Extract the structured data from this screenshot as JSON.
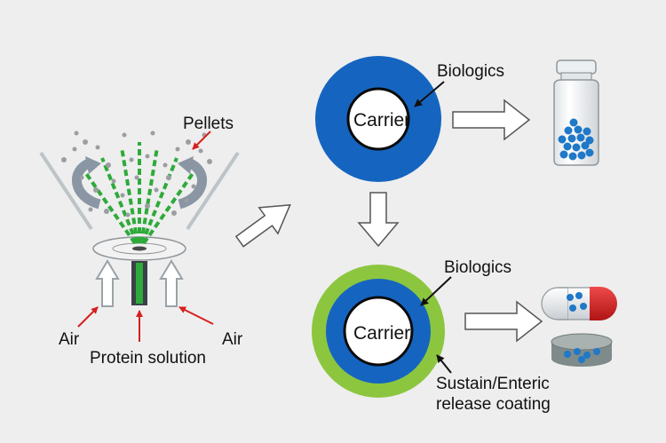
{
  "labels": {
    "pellets": "Pellets",
    "air_left": "Air",
    "air_right": "Air",
    "protein_solution": "Protein solution",
    "carrier_top": "Carrier",
    "biologics_top": "Biologics",
    "carrier_bottom": "Carrier",
    "biologics_bottom": "Biologics",
    "coating_line1": "Sustain/Enteric",
    "coating_line2": "release coating"
  },
  "colors": {
    "background": "#eeeeee",
    "biologics_layer": "#1565c0",
    "coating_layer": "#8cc63f",
    "carrier_core": "#ffffff",
    "spray_green": "#2eaa3a",
    "pointer_red": "#d62020",
    "pellet_blue": "#1f78c8",
    "capsule_red": "#d21e1e",
    "tablet_gray": "#8f9898",
    "arrow_outline": "#555555"
  },
  "icons": {
    "fluid_bed": "fluid-bed-coater-icon",
    "vial": "vial-with-pellets-icon",
    "capsule": "capsule-icon",
    "tablet": "tablet-dish-icon"
  }
}
